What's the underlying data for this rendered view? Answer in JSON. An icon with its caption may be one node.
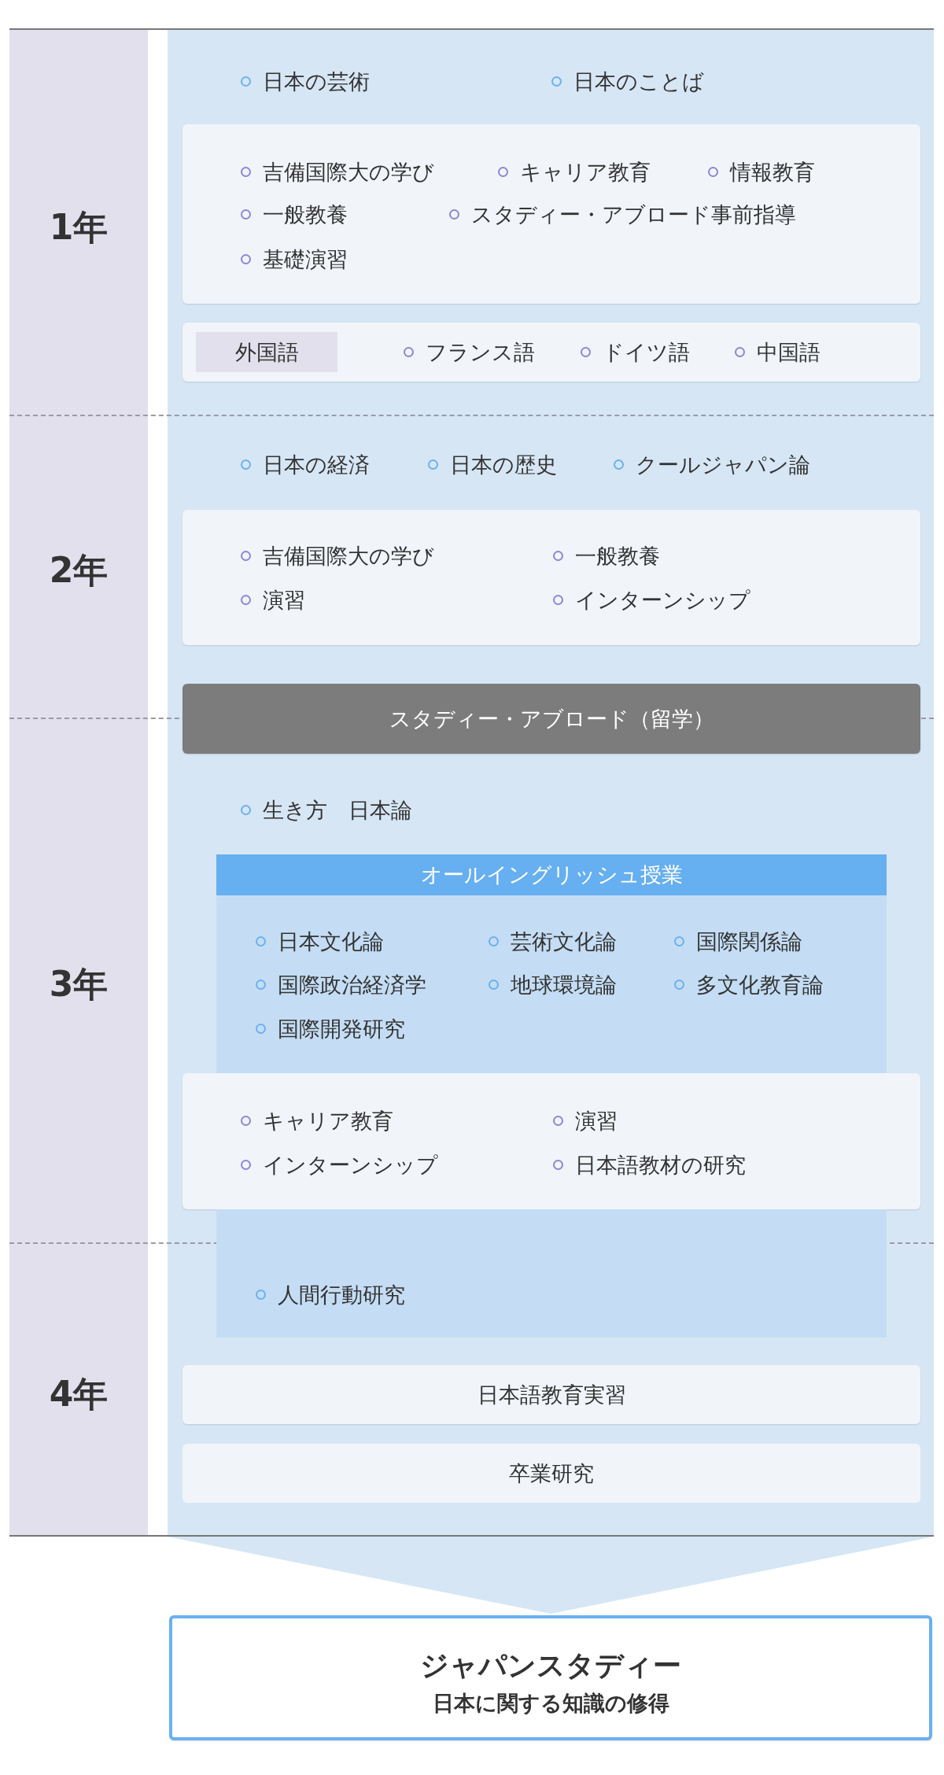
{
  "diagram": {
    "nodes": [
      {
        "text": [
          "日本の芸術",
          "日本のことば",
          "日本の経済",
          "日本の歴史",
          "クールジャパン論",
          "生き方　日本論"
        ]
      },
      {
        "text": [
          "吉備国際大の学び",
          "キャリア教育",
          "情報教育",
          "一般教養",
          "スタディー・アブロード事前指導",
          "基礎演習"
        ],
        "in": 0
      },
      {
        "text": [
          "フランス語",
          "ドイツ語",
          "中国語"
        ],
        "in": 0
      },
      {
        "text": [
          "外国語"
        ],
        "in": 2
      },
      {
        "text": [
          "吉備国際大の学び",
          "一般教養",
          "演習",
          "インターンシップ"
        ],
        "in": 0
      },
      {
        "text": [
          "スタディー・アブロード（留学）"
        ],
        "in": 0
      },
      {
        "text": [
          "オールイングリッシュ授業",
          "日本文化論",
          "芸術文化論",
          "国際関係論",
          "国際政治経済学",
          "地球環境論",
          "多文化教育論",
          "国際開発研究"
        ],
        "in": 0
      },
      {
        "text": [
          "キャリア教育",
          "演習",
          "インターンシップ",
          "日本語教材の研究"
        ],
        "in": 0
      },
      {
        "text": [
          "人間行動研究"
        ],
        "in": 0
      },
      {
        "text": [
          "日本語教育実習"
        ],
        "in": 0
      },
      {
        "text": [
          "卒業研究"
        ],
        "in": 0
      },
      {
        "text": [
          "ジャパンスタディー",
          "日本に関する知識の修得"
        ]
      }
    ],
    "edges": [
      {
        "from": 0,
        "to": 11,
        "arrow": "to"
      }
    ],
    "labels": [
      "1年",
      "2年",
      "3年",
      "4年"
    ]
  }
}
